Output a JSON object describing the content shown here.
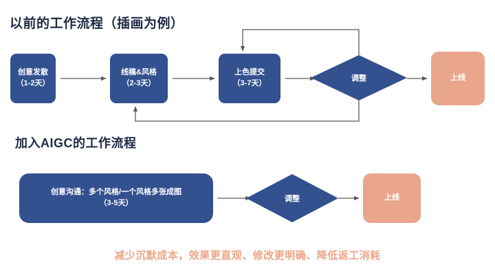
{
  "slide": {
    "caption": "减少沉默成本，效果更直观、修改更明确、降低返工消耗",
    "colors": {
      "node_blue": "#33508f",
      "node_pink": "#e9a68c",
      "title_navy": "#1f2a44",
      "caption_salmon": "#eda588",
      "connector_gray": "#595959",
      "background": "#ffffff"
    }
  },
  "sections": [
    {
      "id": "old-workflow",
      "title": "以前的工作流程（插画为例）",
      "nodes": [
        {
          "id": "idea",
          "shape": "rounded-rect",
          "fill": "blue",
          "line1": "创意发散",
          "line2": "（1-2天）"
        },
        {
          "id": "sketch",
          "shape": "rounded-rect",
          "fill": "blue",
          "line1": "线稿&风格",
          "line2": "（2-3天）"
        },
        {
          "id": "color",
          "shape": "rounded-rect",
          "fill": "blue",
          "line1": "上色提交",
          "line2": "（3-7天）"
        },
        {
          "id": "adjust",
          "shape": "diamond",
          "fill": "blue",
          "line1": "调整",
          "line2": ""
        },
        {
          "id": "launch",
          "shape": "rounded-rect",
          "fill": "pink",
          "line1": "上线",
          "line2": ""
        }
      ]
    },
    {
      "id": "aigc-workflow",
      "title": "加入AIGC的工作流程",
      "nodes": [
        {
          "id": "comm",
          "shape": "rounded-rect",
          "fill": "blue",
          "line1": "创意沟通：多个风格/一个风格多张成图",
          "line2": "（3-5天）"
        },
        {
          "id": "adjust",
          "shape": "diamond",
          "fill": "blue",
          "line1": "调整",
          "line2": ""
        },
        {
          "id": "launch",
          "shape": "rounded-rect",
          "fill": "pink",
          "line1": "上线",
          "line2": ""
        }
      ]
    }
  ]
}
